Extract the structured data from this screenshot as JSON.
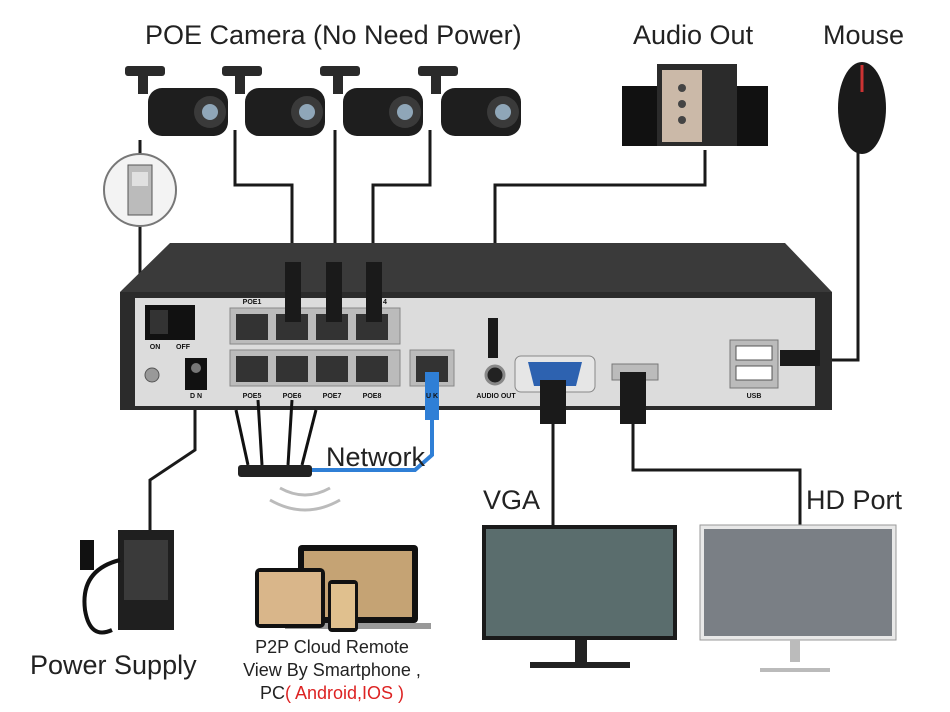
{
  "labels": {
    "poe_camera": "POE Camera (No Need Power)",
    "audio_out": "Audio Out",
    "mouse": "Mouse",
    "network": "Network",
    "vga": "VGA",
    "hd_port": "HD Port",
    "power_supply": "Power Supply",
    "p2p_line1": "P2P Cloud Remote",
    "p2p_line2": "View By Smartphone ,",
    "p2p_line3_prefix": "PC",
    "p2p_line3_highlight": "( Android,IOS )"
  },
  "nvr_ports": {
    "poe1": "POE1",
    "poe4": "4",
    "poe5": "POE5",
    "poe6": "POE6",
    "poe7": "POE7",
    "poe8": "POE8",
    "uplink": "U  K",
    "audio_out": "AUDIO OUT",
    "usb": "USB",
    "on": "ON",
    "off": "OFF",
    "dc_in": "D  N"
  },
  "colors": {
    "nvr_body": "#2b2b2b",
    "nvr_panel": "#d9d9d9",
    "cable": "#1a1a1a",
    "network_cable": "#2f7fd6",
    "highlight_text": "#dd2222"
  }
}
